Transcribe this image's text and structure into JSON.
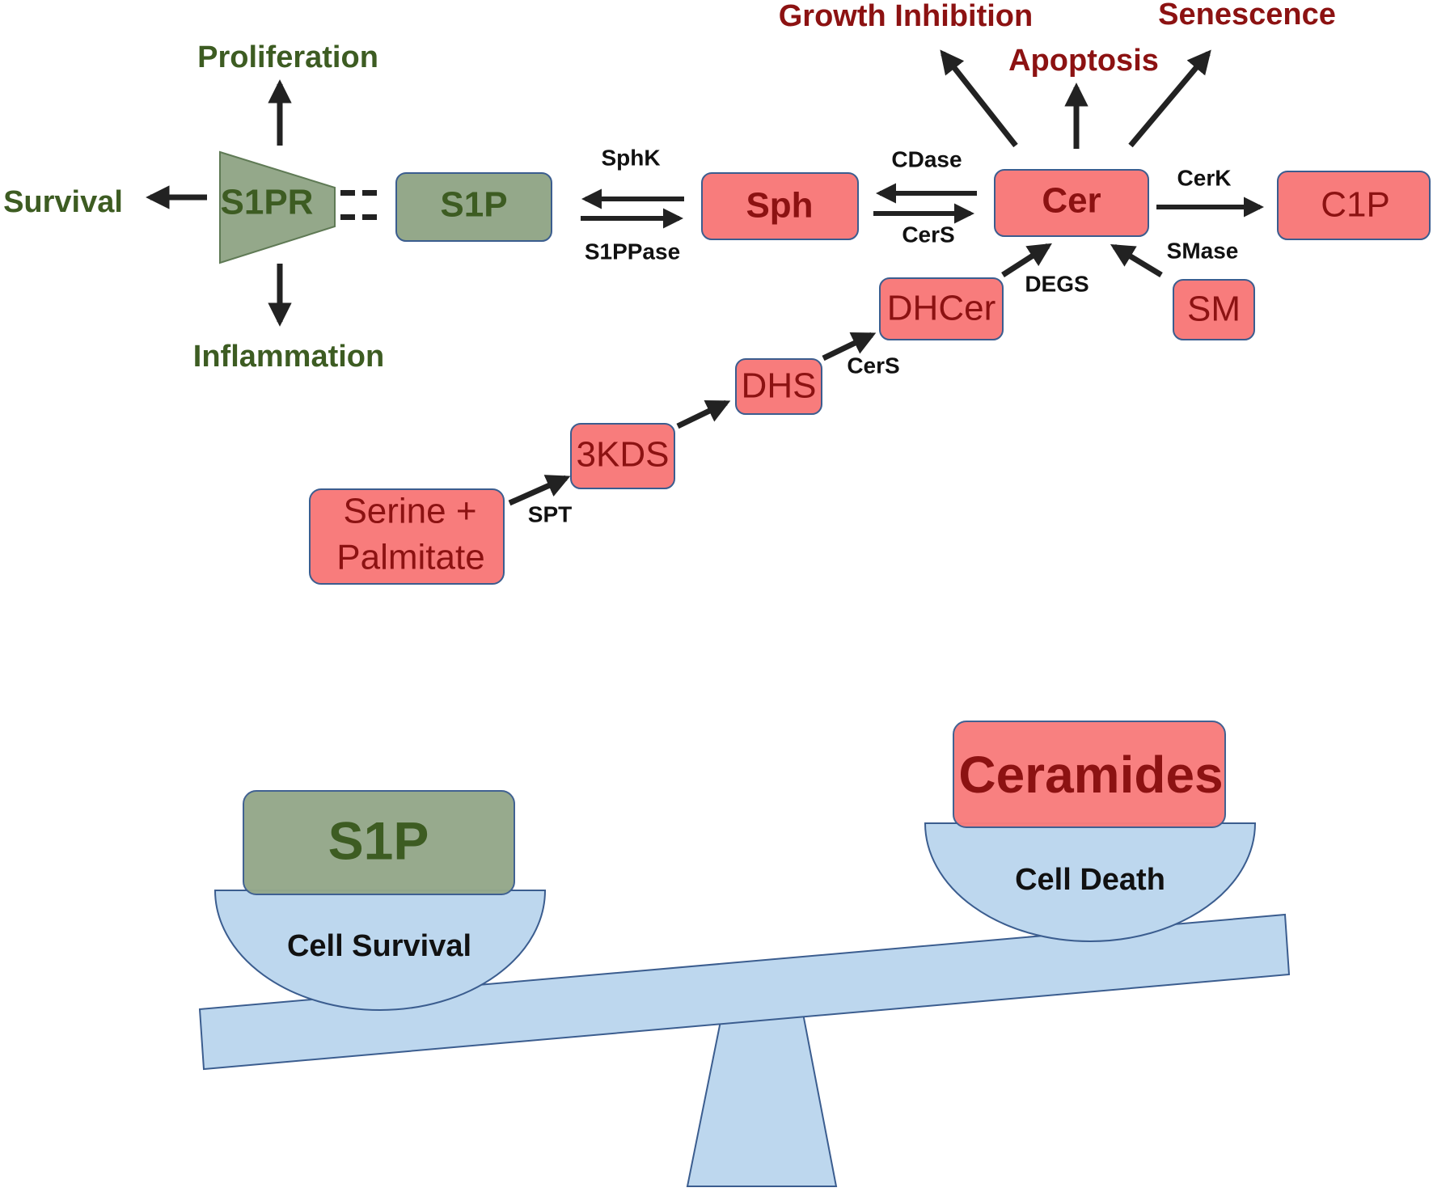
{
  "colors": {
    "green_fill": "#94a88a",
    "green_stroke": "#5f7a55",
    "green_text": "#3d5c22",
    "red_fill": "#f87c7c",
    "red_stroke": "#3b5d8f",
    "red_text": "#8c1212",
    "blue_fill": "#bdd7ee",
    "blue_stroke": "#3b5d8f",
    "arrow": "#222222"
  },
  "outcomes_green": {
    "proliferation": "Proliferation",
    "survival": "Survival",
    "inflammation": "Inflammation"
  },
  "outcomes_red": {
    "growth_inhibition": "Growth Inhibition",
    "apoptosis": "Apoptosis",
    "senescence": "Senescence"
  },
  "nodes": {
    "s1pr": "S1PR",
    "s1p": "S1P",
    "sph": "Sph",
    "cer": "Cer",
    "c1p": "C1P",
    "dhcer": "DHCer",
    "sm": "SM",
    "dhs": "DHS",
    "kds": "3KDS",
    "serine_line1": "Serine +",
    "serine_line2": "Palmitate"
  },
  "enzymes": {
    "sphk": "SphK",
    "s1ppase": "S1PPase",
    "cdase": "CDase",
    "cers_top": "CerS",
    "cerk": "CerK",
    "smase": "SMase",
    "degs": "DEGS",
    "cers_mid": "CerS",
    "spt": "SPT"
  },
  "balance": {
    "left_weight": "S1P",
    "left_label": "Cell Survival",
    "right_weight": "Ceramides",
    "right_label": "Cell Death"
  }
}
